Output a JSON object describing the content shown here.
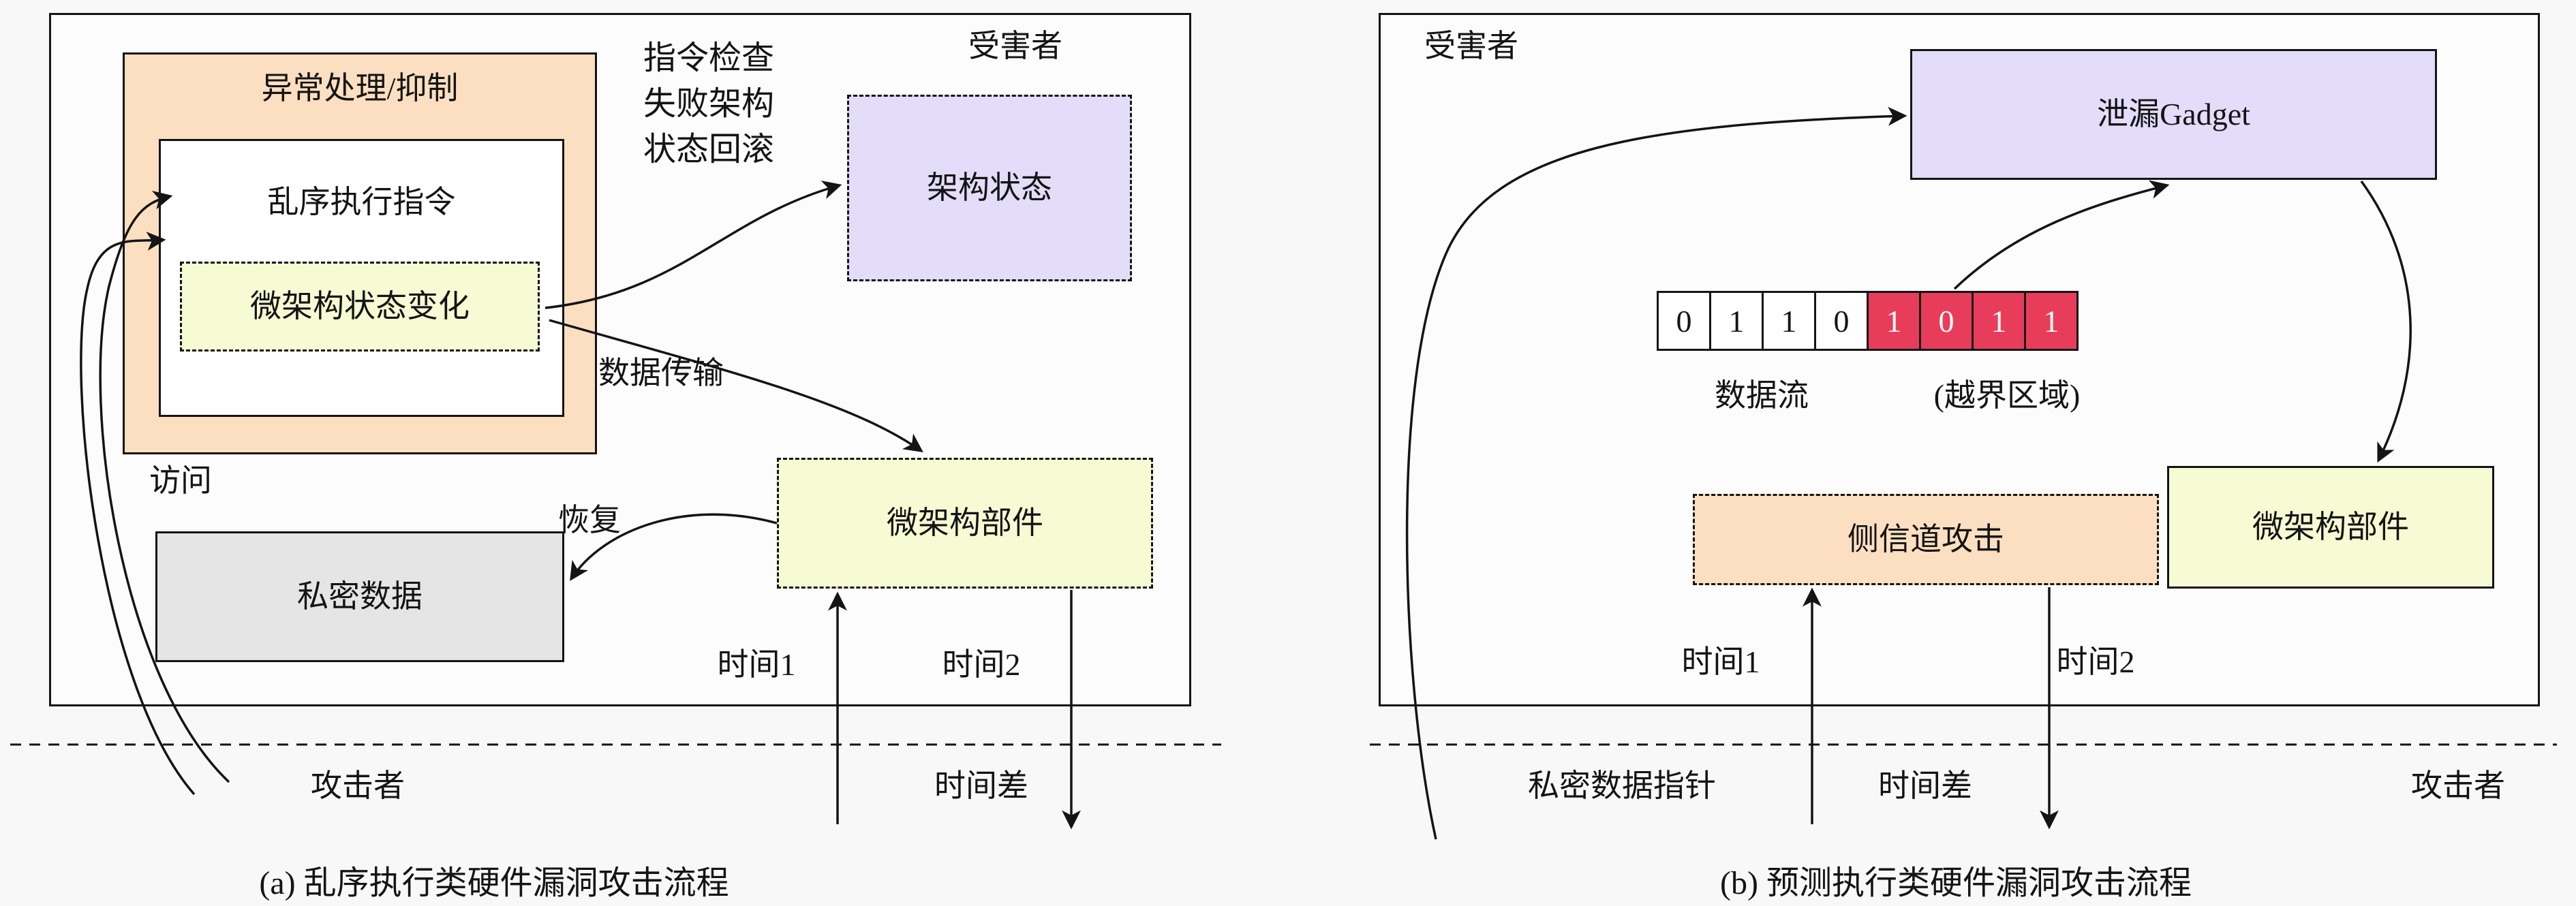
{
  "colors": {
    "page_bg": "#f8f8f8",
    "box_bg": "#fcfcfc",
    "peach": "#fbdfc0",
    "pale_yellow": "#f6fbd3",
    "lavender": "#e3ddfa",
    "gray": "#e5e5e5",
    "red": "#e83d5a",
    "line": "#141414"
  },
  "panel_a": {
    "victim": "受害者",
    "exception_handling": "异常处理/抑制",
    "ooo_instructions": "乱序执行指令",
    "uarch_state_change": "微架构状态变化",
    "rollback_lines": [
      "指令检查",
      "失败架构",
      "状态回滚"
    ],
    "arch_state": "架构状态",
    "data_transfer": "数据传输",
    "uarch_component": "微架构部件",
    "access": "访问",
    "secret_data": "私密数据",
    "recover": "恢复",
    "time1": "时间1",
    "time2": "时间2",
    "attacker": "攻击者",
    "time_diff": "时间差",
    "caption": "(a) 乱序执行类硬件漏洞攻击流程"
  },
  "panel_b": {
    "victim": "受害者",
    "leak_gadget": "泄漏Gadget",
    "cells": [
      "0",
      "1",
      "1",
      "0",
      "1",
      "0",
      "1",
      "1"
    ],
    "data_stream": "数据流",
    "oob_region": "(越界区域)",
    "side_channel": "侧信道攻击",
    "uarch_component": "微架构部件",
    "time1": "时间1",
    "time2": "时间2",
    "secret_pointer": "私密数据指针",
    "time_diff": "时间差",
    "attacker": "攻击者",
    "caption": "(b) 预测执行类硬件漏洞攻击流程"
  }
}
